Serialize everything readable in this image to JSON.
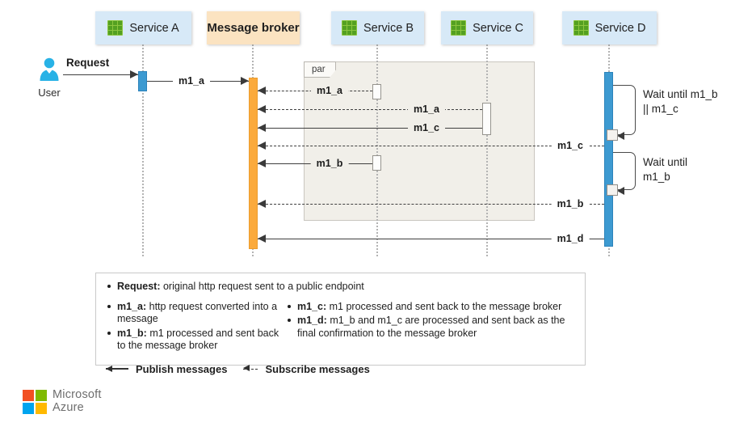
{
  "user": {
    "name": "User",
    "request_label": "Request"
  },
  "participants": [
    {
      "label": "Service A",
      "kind": "service"
    },
    {
      "label": "Message broker",
      "kind": "broker"
    },
    {
      "label": "Service B",
      "kind": "service"
    },
    {
      "label": "Service C",
      "kind": "service"
    },
    {
      "label": "Service D",
      "kind": "service"
    }
  ],
  "fragment": {
    "operator": "par"
  },
  "messages": {
    "m1_a_publish": {
      "label": "m1_a",
      "kind": "publish"
    },
    "m1_a_subscribe_b": {
      "label": "m1_a",
      "kind": "subscribe"
    },
    "m1_a_subscribe_c": {
      "label": "m1_a",
      "kind": "subscribe"
    },
    "m1_c_publish": {
      "label": "m1_c",
      "kind": "publish"
    },
    "m1_c_subscribe_d": {
      "label": "m1_c",
      "kind": "subscribe"
    },
    "m1_b_publish": {
      "label": "m1_b",
      "kind": "publish"
    },
    "m1_b_subscribe_d": {
      "label": "m1_b",
      "kind": "subscribe"
    },
    "m1_d_publish": {
      "label": "m1_d",
      "kind": "publish"
    }
  },
  "notes": {
    "wait1": {
      "line1": "Wait until m1_b",
      "line2": "|| m1_c"
    },
    "wait2": {
      "line1": "Wait until",
      "line2": "m1_b"
    }
  },
  "legend": {
    "request": {
      "term": "Request:",
      "desc": "original http request sent to a public endpoint"
    },
    "m1_a": {
      "term": "m1_a:",
      "desc": "http request converted into a message"
    },
    "m1_b": {
      "term": "m1_b:",
      "desc": "m1 processed and sent back to the message broker"
    },
    "m1_c": {
      "term": "m1_c:",
      "desc": "m1 processed and sent back to the message broker"
    },
    "m1_d": {
      "term": "m1_d:",
      "desc": "m1_b and m1_c are processed and sent back as the final confirmation to the message broker"
    },
    "publish": "Publish messages",
    "subscribe": "Subscribe messages"
  },
  "footer": {
    "brand_top": "Microsoft",
    "brand_bottom": "Azure"
  },
  "colors": {
    "service_box": "#d7e9f7",
    "broker_box": "#fbe3c1",
    "activation_blue": "#3d9ad1",
    "activation_orange": "#fbaa3c",
    "icon_green": "#54a021",
    "icon_green_light": "#8cc63f",
    "par_fill": "#f1efe9",
    "ms_red": "#f25022",
    "ms_green": "#7fba00",
    "ms_blue": "#00a4ef",
    "ms_yellow": "#ffb900"
  }
}
